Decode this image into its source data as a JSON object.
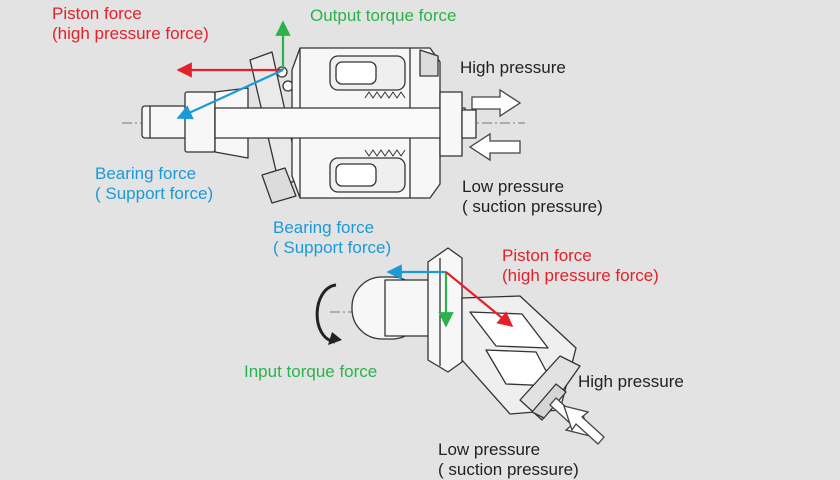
{
  "colors": {
    "piston": "#e4212b",
    "torque": "#2bb24c",
    "bearing": "#1b9ad6",
    "text": "#222222",
    "background": "#e3e3e3"
  },
  "top": {
    "piston_force": [
      "Piston force",
      "(high pressure force)"
    ],
    "output_torque": "Output torque force",
    "high_pressure": "High pressure",
    "bearing_force": [
      "Bearing force",
      "( Support force)"
    ],
    "low_pressure": [
      "Low pressure",
      "( suction pressure)"
    ]
  },
  "bottom": {
    "bearing_force": [
      "Bearing force",
      "( Support force)"
    ],
    "piston_force": [
      "Piston force",
      "(high pressure force)"
    ],
    "input_torque": "Input torque force",
    "high_pressure": "High pressure",
    "low_pressure": [
      "Low pressure",
      "( suction pressure)"
    ]
  }
}
